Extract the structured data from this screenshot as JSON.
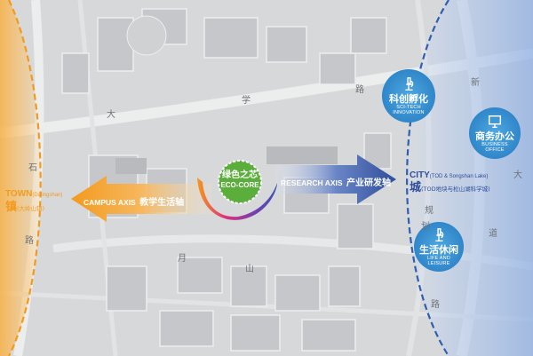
{
  "left_zone": {
    "title_en": "TOWN",
    "title_en_sub": "(Dalingshan)",
    "title_cn": "镇",
    "title_cn_sub": "(大岭山镇)",
    "color": "#f5a623"
  },
  "right_zone": {
    "title_en": "CITY",
    "title_en_sub": "(TOD & Songshan Lake)",
    "title_cn": "城",
    "title_cn_sub": "(TOD地块与松山湖科学城)",
    "color": "#2f5fb3"
  },
  "campus_axis": {
    "label_en": "CAMPUS AXIS",
    "label_cn": "教学生活轴",
    "color": "#f5a623"
  },
  "research_axis": {
    "label_en": "RESEARCH AXIS",
    "label_cn": "产业研发轴",
    "color": "#2f4d9a"
  },
  "eco_core": {
    "label_cn": "绿色之芯",
    "label_en": "ECO-CORE",
    "color": "#5cae3c"
  },
  "badges": [
    {
      "cn": "科创孵化",
      "en_line1": "SCI-TECH",
      "en_line2": "INNOVATION",
      "icon": "microscope-icon"
    },
    {
      "cn": "商务办公",
      "en_line1": "BUSINESS",
      "en_line2": "OFFICE",
      "icon": "computer-icon"
    },
    {
      "cn": "生活休闲",
      "en_line1": "LIFE AND",
      "en_line2": "LEISURE",
      "icon": "microscope-icon"
    }
  ],
  "road_labels": {
    "daxue_road": [
      "大",
      "学",
      "路"
    ],
    "left_road": [
      "石",
      "路"
    ],
    "right_road": [
      "新",
      "大",
      "道"
    ],
    "right_road2": [
      "规",
      "划",
      "路"
    ],
    "bottom_road": [
      "月",
      "山"
    ]
  }
}
